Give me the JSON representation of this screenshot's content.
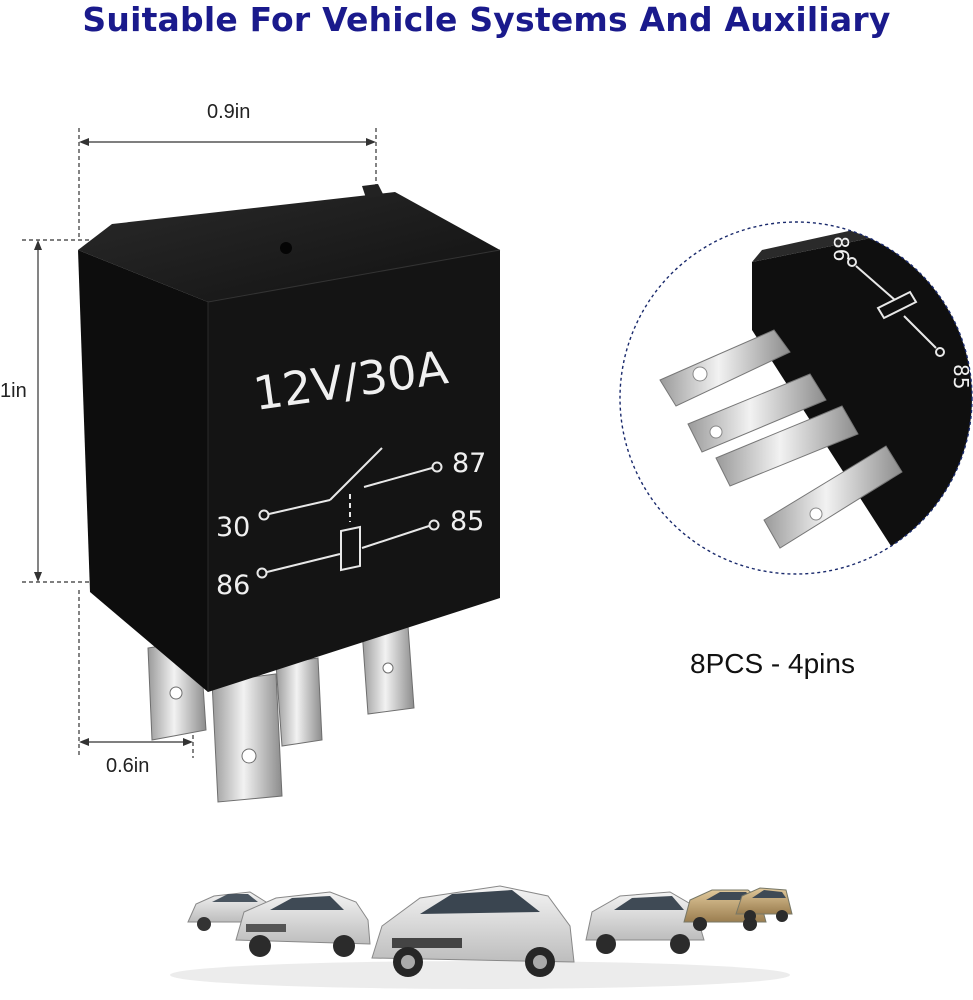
{
  "headline": "Suitable For Vehicle Systems And Auxiliary",
  "dimensions": {
    "width": "0.9in",
    "height": "1in",
    "pin_depth": "0.6in"
  },
  "relay": {
    "rating": "12V/30A",
    "pins": {
      "p30": "30",
      "p87": "87",
      "p85": "85",
      "p86": "86"
    }
  },
  "detail": {
    "pin_top": "86",
    "pin_bottom": "85"
  },
  "quantity": "8PCS - 4pins"
}
